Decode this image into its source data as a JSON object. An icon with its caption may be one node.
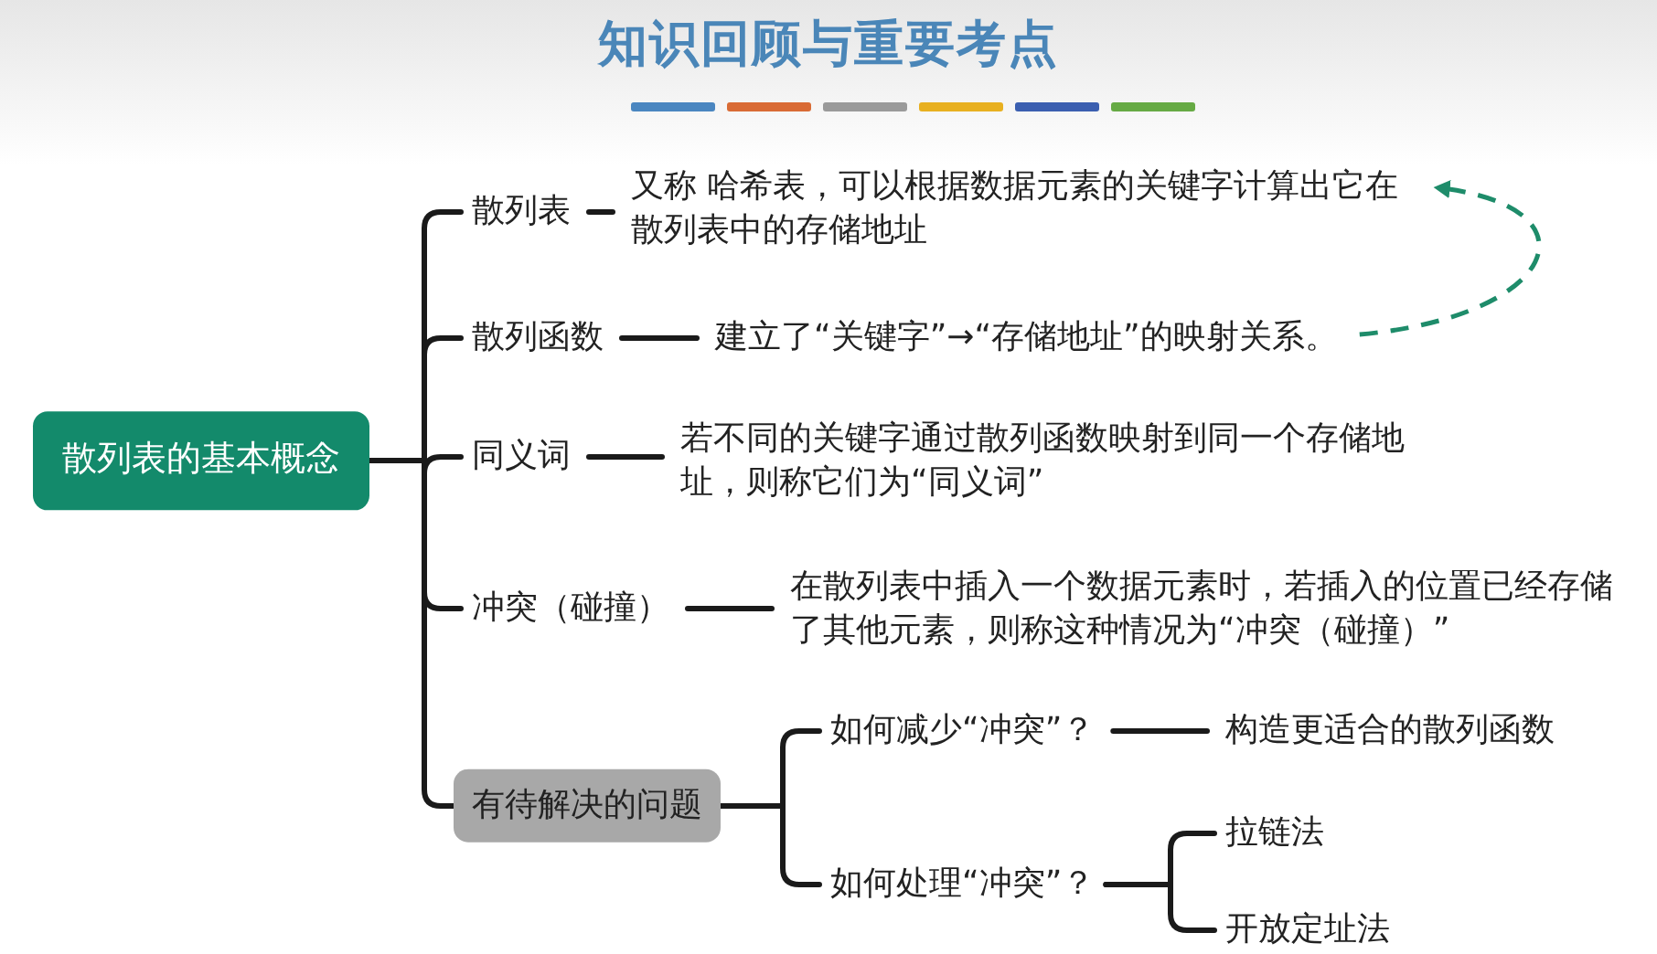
{
  "diagram": {
    "title": "知识回顾与重要考点",
    "nodes": [
      {
        "text": [
          "散列表的基本概念"
        ]
      },
      {
        "text": [
          "散列表"
        ]
      },
      {
        "text": [
          "又称 哈希表，可以根据数据元素的关键字计算出它在散列表中的存储地址"
        ]
      },
      {
        "text": [
          "散列函数"
        ]
      },
      {
        "text": [
          "建立了“关键字”→“存储地址”的映射关系。"
        ]
      },
      {
        "text": [
          "同义词"
        ]
      },
      {
        "text": [
          "若不同的关键字通过散列函数映射到同一个存储地址，则称它们为“同义词”"
        ]
      },
      {
        "text": [
          "冲突（碰撞）"
        ]
      },
      {
        "text": [
          "在散列表中插入一个数据元素时，若插入的位置已经存储了其他元素，则称这种情况为“冲突（碰撞）”"
        ]
      },
      {
        "text": [
          "有待解决的问题"
        ]
      },
      {
        "text": [
          "如何减少“冲突”？"
        ]
      },
      {
        "text": [
          "构造更适合的散列函数"
        ]
      },
      {
        "text": [
          "如何处理“冲突”？"
        ]
      },
      {
        "text": [
          "拉链法"
        ]
      },
      {
        "text": [
          "开放定址法"
        ]
      }
    ],
    "edges": [
      {
        "from": 0,
        "to": 1,
        "arrow": "none"
      },
      {
        "from": 0,
        "to": 3,
        "arrow": "none"
      },
      {
        "from": 0,
        "to": 5,
        "arrow": "none"
      },
      {
        "from": 0,
        "to": 7,
        "arrow": "none"
      },
      {
        "from": 0,
        "to": 9,
        "arrow": "none"
      },
      {
        "from": 1,
        "to": 2,
        "arrow": "none"
      },
      {
        "from": 3,
        "to": 4,
        "arrow": "none"
      },
      {
        "from": 5,
        "to": 6,
        "arrow": "none"
      },
      {
        "from": 7,
        "to": 8,
        "arrow": "none"
      },
      {
        "from": 9,
        "to": 10,
        "arrow": "none"
      },
      {
        "from": 9,
        "to": 12,
        "arrow": "none"
      },
      {
        "from": 10,
        "to": 11,
        "arrow": "none"
      },
      {
        "from": 12,
        "to": 13,
        "arrow": "none"
      },
      {
        "from": 12,
        "to": 14,
        "arrow": "none"
      },
      {
        "from": 4,
        "to": 2,
        "arrow": "to",
        "style": "dashed",
        "color": "#1e8c6a"
      }
    ]
  }
}
